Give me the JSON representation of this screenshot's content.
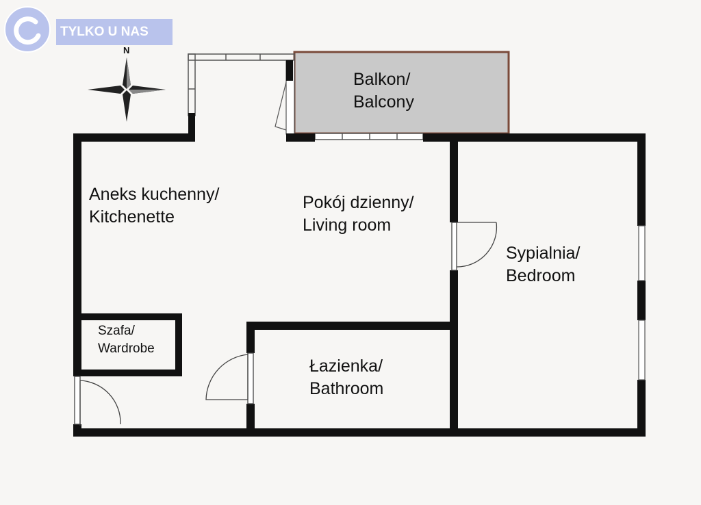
{
  "logo": {
    "text": "TYLKO U NAS",
    "color": "#b9c3ec"
  },
  "compass": {
    "north_label": "N"
  },
  "rooms": {
    "balcony": {
      "line1": "Balkon/",
      "line2": "Balcony"
    },
    "kitchen": {
      "line1": "Aneks kuchenny/",
      "line2": "Kitchenette"
    },
    "living": {
      "line1": "Pokój dzienny/",
      "line2": "Living room"
    },
    "bedroom": {
      "line1": "Sypialnia/",
      "line2": "Bedroom"
    },
    "wardrobe": {
      "line1": "Szafa/",
      "line2": "Wardrobe"
    },
    "bathroom": {
      "line1": "Łazienka/",
      "line2": "Bathroom"
    }
  },
  "colors": {
    "wall": "#111111",
    "balcony_fill": "#c9c9c9",
    "balcony_border": "#7a4a3a",
    "background": "#f7f6f4"
  }
}
